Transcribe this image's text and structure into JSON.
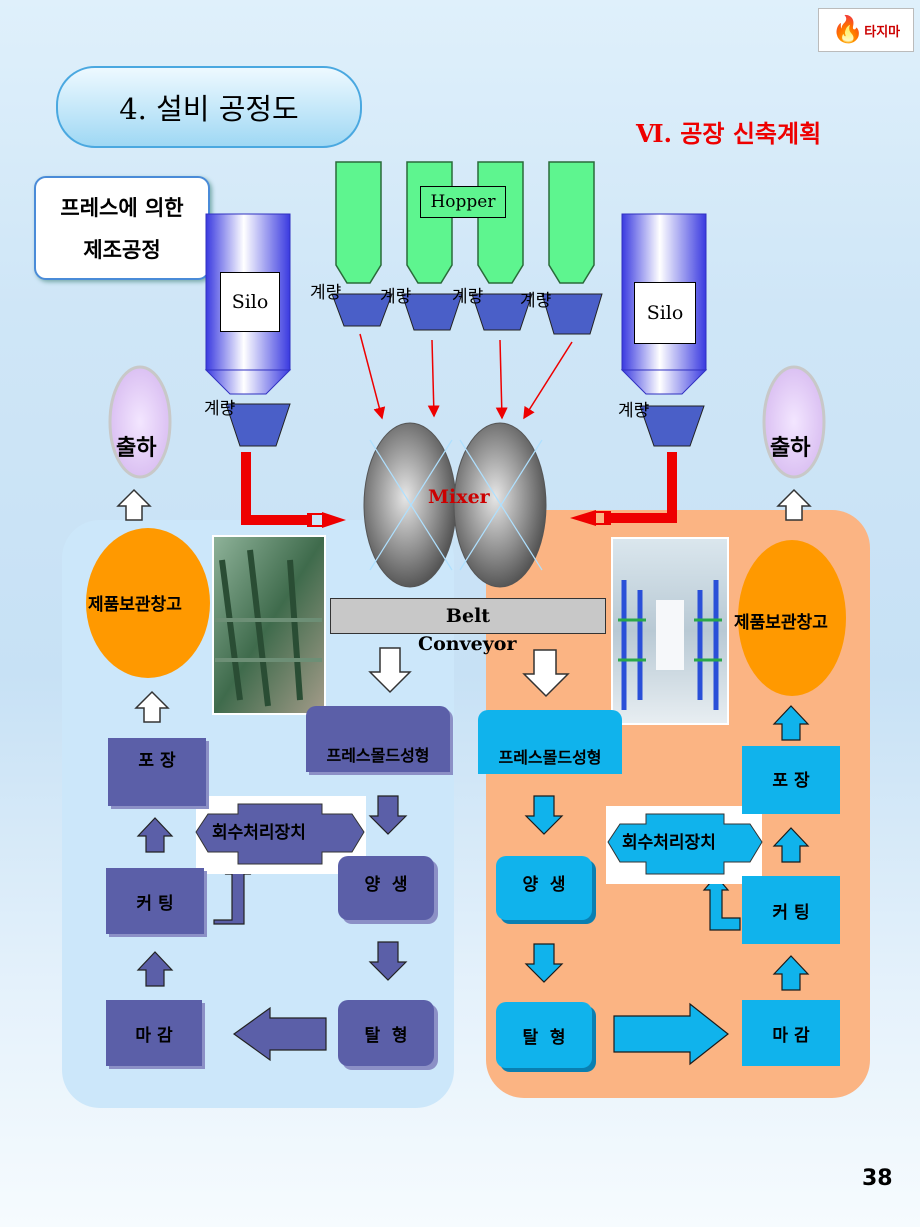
{
  "logo": {
    "text": "타지마"
  },
  "header": {
    "title": "4. 설비 공정도",
    "section": "Ⅵ. 공장 신축계획"
  },
  "subtitle": {
    "line1": "프레스에 의한",
    "line2": "제조공정"
  },
  "equipment": {
    "hopper": "Hopper",
    "silo_left": "Silo",
    "silo_right": "Silo",
    "weigh": [
      "계량",
      "계량",
      "계량",
      "계량"
    ],
    "weigh_left": "계량",
    "weigh_right": "계량",
    "mixer": "Mixer",
    "belt_line1": "Belt",
    "belt_line2": "Conveyor"
  },
  "left": {
    "ship": "출하",
    "warehouse": "제품보관창고",
    "press": "프레스몰드성형",
    "recovery": "회수처리장치",
    "curing": "양  생",
    "demold": "탈  형",
    "finish": "마 감",
    "cutting": "커 팅",
    "packing": "포 장"
  },
  "right": {
    "ship": "출하",
    "warehouse": "제품보관창고",
    "press": "프레스몰드성형",
    "recovery": "회수처리장치",
    "curing": "양  생",
    "demold": "탈  형",
    "finish": "마 감",
    "cutting": "커 팅",
    "packing": "포 장"
  },
  "page_number": "38",
  "colors": {
    "left_panel": "#cde8fb",
    "right_panel": "#fbb483",
    "hopper": "#5ef58f",
    "purple_box": "#5b5fa8",
    "cyan_box": "#10b3ec",
    "warehouse": "#ff9900",
    "red_arrow": "#ee0000"
  }
}
